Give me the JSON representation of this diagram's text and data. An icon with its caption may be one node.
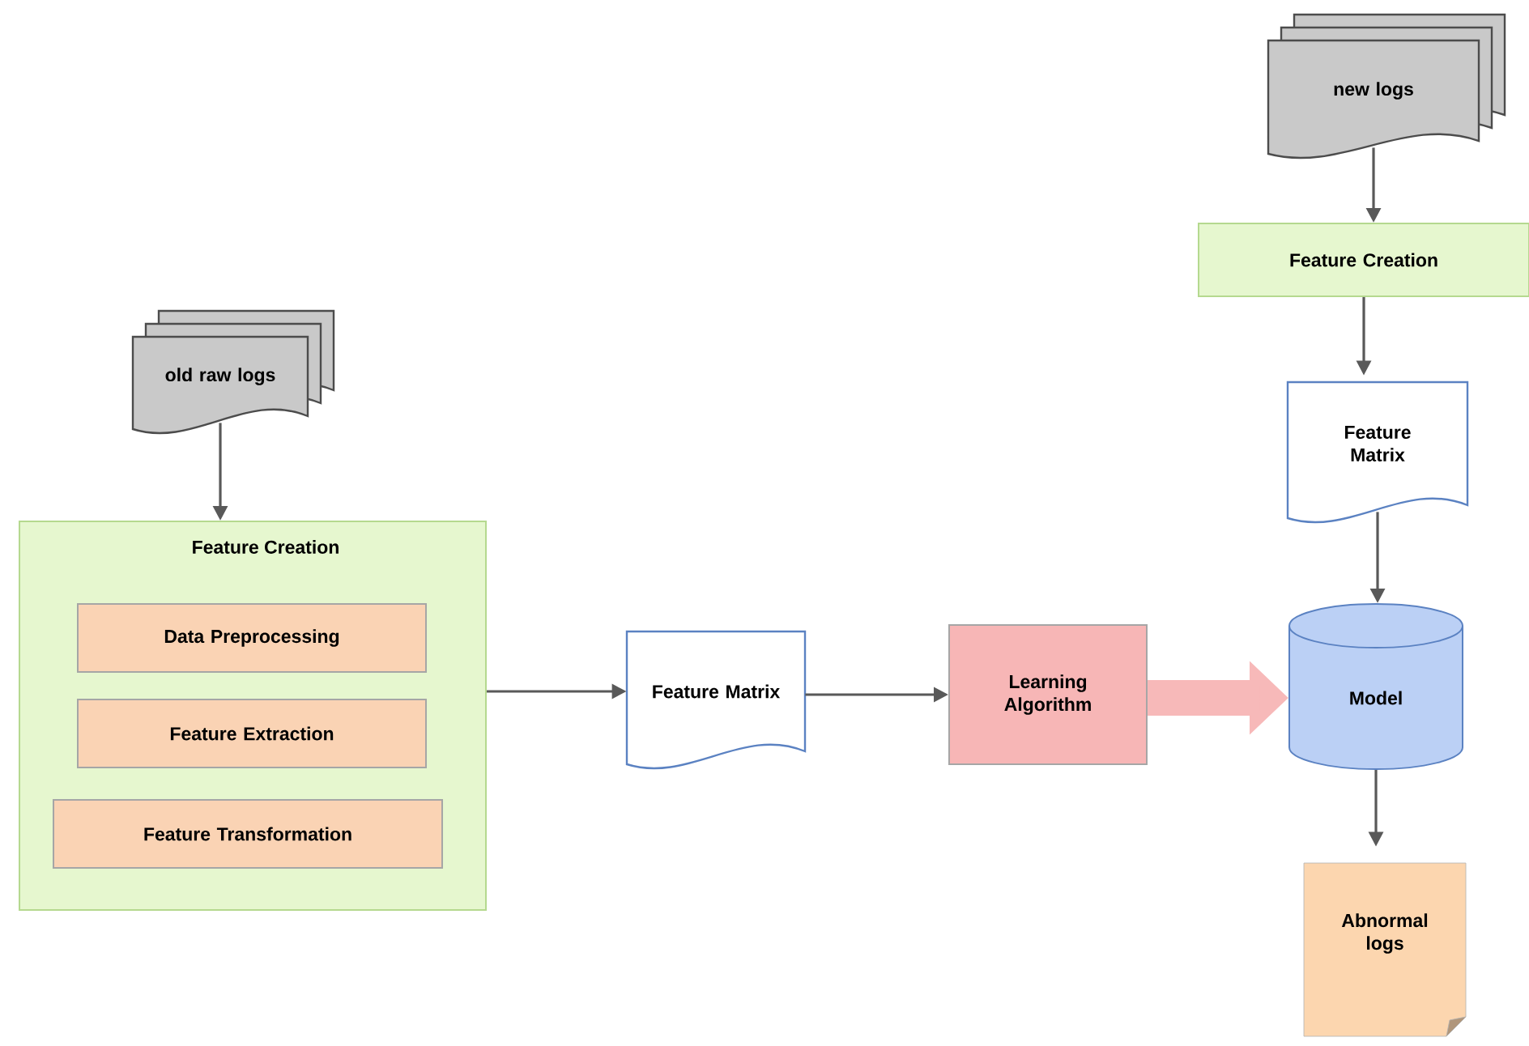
{
  "diagram": {
    "nodes": [
      {
        "text": [
          "old raw logs"
        ]
      },
      {
        "text": [
          "Feature Creation"
        ]
      },
      {
        "text": [
          "Data Preprocessing"
        ],
        "in": 1
      },
      {
        "text": [
          "Feature Extraction"
        ],
        "in": 1
      },
      {
        "text": [
          "Feature Transformation"
        ],
        "in": 1
      },
      {
        "text": [
          "Feature Matrix"
        ]
      },
      {
        "text": [
          "Learning Algorithm"
        ]
      },
      {
        "text": [
          "Model"
        ]
      },
      {
        "text": [
          "new logs"
        ]
      },
      {
        "text": [
          "Feature Creation"
        ]
      },
      {
        "text": [
          "Feature Matrix"
        ]
      },
      {
        "text": [
          "Abnormal logs"
        ]
      }
    ],
    "edges": [
      {
        "from": 0,
        "to": 1,
        "arrow": "to"
      },
      {
        "from": 1,
        "to": 5,
        "arrow": "to"
      },
      {
        "from": 5,
        "to": 6,
        "arrow": "to"
      },
      {
        "from": 6,
        "to": 7,
        "arrow": "to",
        "style": "thick",
        "color": "#f7b9b9"
      },
      {
        "from": 8,
        "to": 9,
        "arrow": "to"
      },
      {
        "from": 9,
        "to": 10,
        "arrow": "to"
      },
      {
        "from": 10,
        "to": 7,
        "arrow": "to"
      },
      {
        "from": 7,
        "to": 11,
        "arrow": "to"
      }
    ]
  }
}
